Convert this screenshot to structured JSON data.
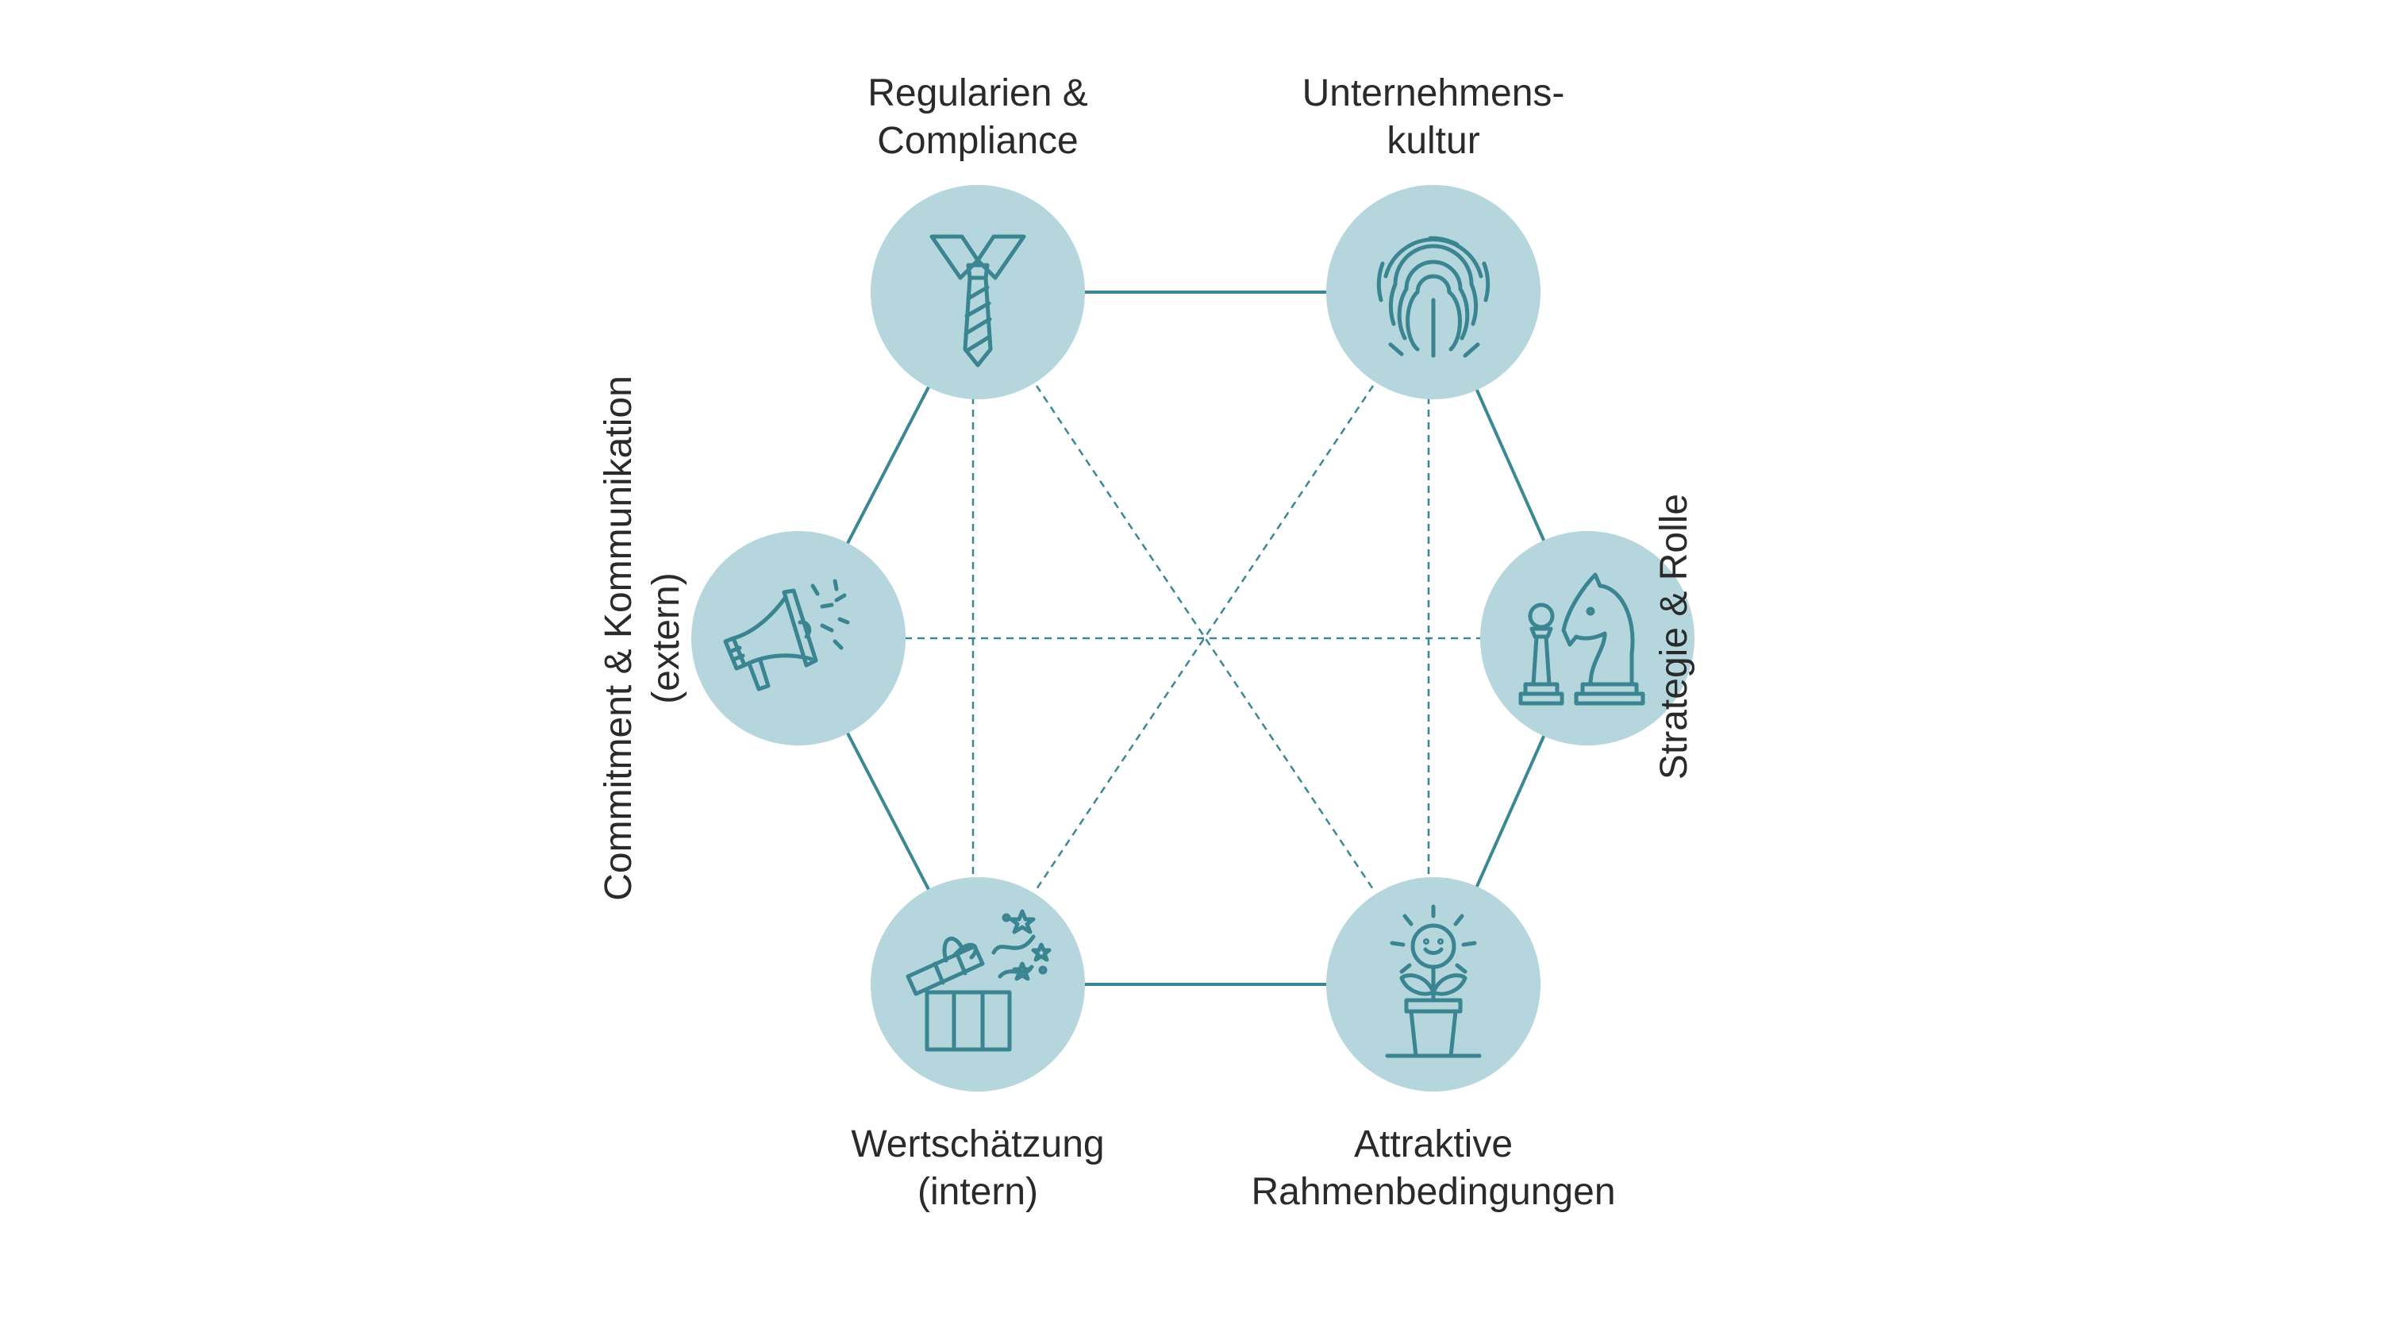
{
  "colors": {
    "circle_fill": "#b4d6dc",
    "line": "#3b8794",
    "icon_stroke": "#3a8591",
    "text": "#2a2a2a"
  },
  "nodes": [
    {
      "id": "regularien",
      "label_lines": [
        "Regularien &",
        "Compliance"
      ],
      "icon": "tie-icon"
    },
    {
      "id": "kultur",
      "label_lines": [
        "Unternehmens-",
        "kultur"
      ],
      "icon": "fingerprint-icon"
    },
    {
      "id": "strategie",
      "label_lines": [
        "Strategie & Rolle"
      ],
      "icon": "chess-icon"
    },
    {
      "id": "rahmen",
      "label_lines": [
        "Attraktive",
        "Rahmenbedingungen"
      ],
      "icon": "plant-icon"
    },
    {
      "id": "wertschaetzung",
      "label_lines": [
        "Wertschätzung",
        "(intern)"
      ],
      "icon": "gift-icon"
    },
    {
      "id": "commitment",
      "label_lines": [
        "Commitment & Kommunikation",
        "(extern)"
      ],
      "icon": "megaphone-icon"
    }
  ]
}
